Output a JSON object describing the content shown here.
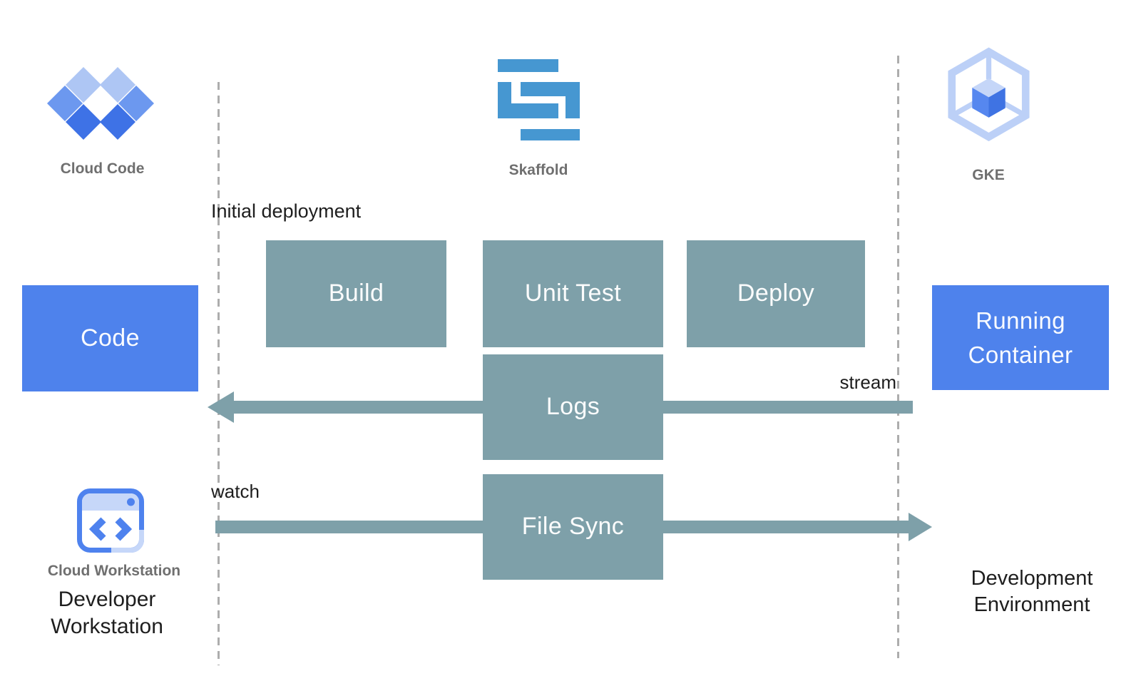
{
  "tools": {
    "cloud_code": {
      "label": "Cloud Code"
    },
    "skaffold": {
      "label": "Skaffold"
    },
    "gke": {
      "label": "GKE"
    },
    "cloud_workstation": {
      "label": "Cloud Workstation"
    }
  },
  "nodes": {
    "code": {
      "label": "Code"
    },
    "build": {
      "label": "Build"
    },
    "unit_test": {
      "label": "Unit Test"
    },
    "deploy": {
      "label": "Deploy"
    },
    "logs": {
      "label": "Logs"
    },
    "file_sync": {
      "label": "File Sync"
    },
    "running_container": {
      "label": "Running Container"
    }
  },
  "annotations": {
    "initial_deployment": "Initial deployment",
    "stream": "stream",
    "watch": "watch"
  },
  "captions": {
    "developer_workstation": "Developer Workstation",
    "development_environment": "Development Environment"
  },
  "colors": {
    "teal": "#7EA0A9",
    "blue": "#4E82EC",
    "skaffold_blue": "#4697D1",
    "diamond_light": "#AEC6F4",
    "diamond_mid": "#6C98EF",
    "diamond_dark": "#3E72E6",
    "gke_outline": "#BCD0F7",
    "gke_face_top": "#C5D6F8",
    "gke_face_left": "#5687EF",
    "gke_face_right": "#3F73E3",
    "workstation_blue": "#4E82EE",
    "workstation_light": "#C6D7F9",
    "label_gray": "#6F6F6F",
    "dash_gray": "#ADADAD",
    "text_black": "#1E1E1E"
  }
}
